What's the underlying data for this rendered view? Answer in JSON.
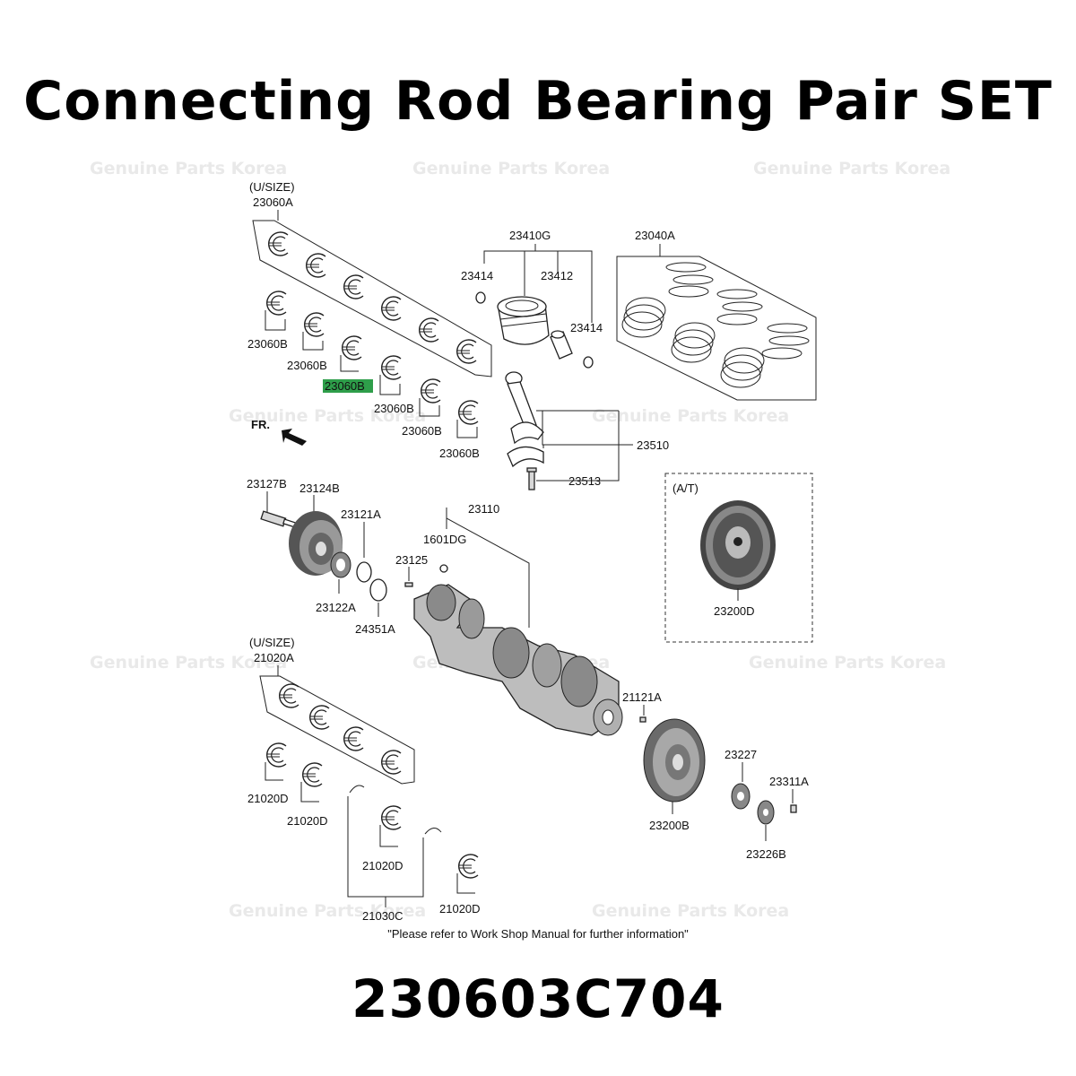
{
  "title": "Connecting Rod Bearing Pair SET",
  "part_number": "230603C704",
  "watermark": "Genuine Parts Korea",
  "note": "\"Please refer to Work Shop Manual for further information\"",
  "highlight_color": "#2e9e4a",
  "labels": {
    "usize_top": "(U/SIZE)",
    "p23060A": "23060A",
    "p23060B": "23060B",
    "p23060B_highlight": "23060B",
    "p23410G": "23410G",
    "p23414": "23414",
    "p23412": "23412",
    "p23040A": "23040A",
    "fr": "FR.",
    "p23510": "23510",
    "p23513": "23513",
    "at": "(A/T)",
    "p23127B": "23127B",
    "p23124B": "23124B",
    "p23121A": "23121A",
    "p23110": "23110",
    "p1601DG": "1601DG",
    "p23125": "23125",
    "p23122A": "23122A",
    "p24351A": "24351A",
    "p23200D": "23200D",
    "usize_bottom": "(U/SIZE)",
    "p21020A": "21020A",
    "p21020D": "21020D",
    "p21030C": "21030C",
    "p21121A": "21121A",
    "p23227": "23227",
    "p23311A": "23311A",
    "p23200B": "23200B",
    "p23226B": "23226B"
  }
}
